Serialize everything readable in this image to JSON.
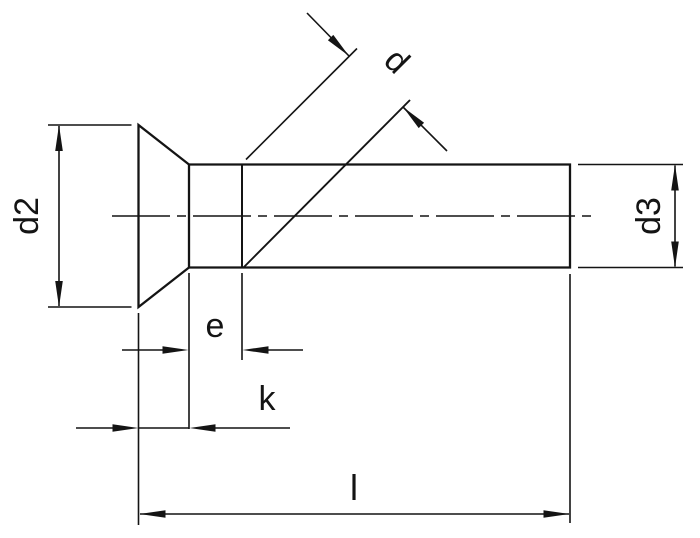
{
  "drawing": {
    "title": "countersunk-rivet-dimension-drawing",
    "labels": {
      "d": "d",
      "d2": "d2",
      "d3": "d3",
      "e": "e",
      "k": "k",
      "l": "l"
    },
    "colors": {
      "line": "#141414",
      "background": "#ffffff"
    }
  }
}
